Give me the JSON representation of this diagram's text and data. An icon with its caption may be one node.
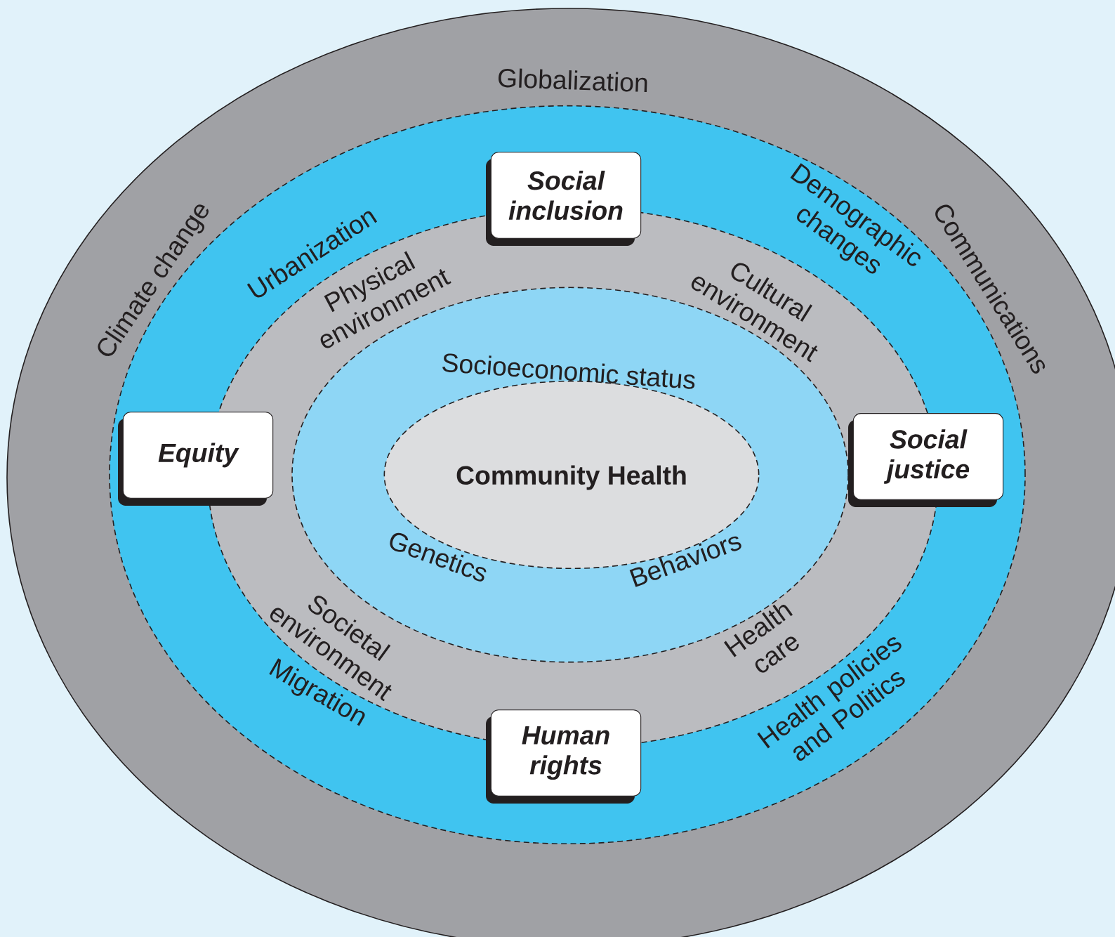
{
  "diagram": {
    "nodes": [
      {
        "text": [
          "Globalization",
          "Climate change",
          "Communications"
        ]
      },
      {
        "text": [
          "Urbanization",
          "Demographic changes",
          "Migration",
          "Health policies and Politics"
        ],
        "in": 0
      },
      {
        "text": [
          "Physical environment",
          "Cultural environment",
          "Societal environment",
          "Health care"
        ],
        "in": 1
      },
      {
        "text": [
          "Socioeconomic status",
          "Genetics",
          "Behaviors"
        ],
        "in": 2
      },
      {
        "text": [
          "Community Health"
        ],
        "in": 3
      },
      {
        "text": [
          "Social inclusion"
        ],
        "in": 1
      },
      {
        "text": [
          "Equity"
        ],
        "in": 1
      },
      {
        "text": [
          "Social justice"
        ],
        "in": 1
      },
      {
        "text": [
          "Human rights"
        ],
        "in": 1
      }
    ]
  }
}
